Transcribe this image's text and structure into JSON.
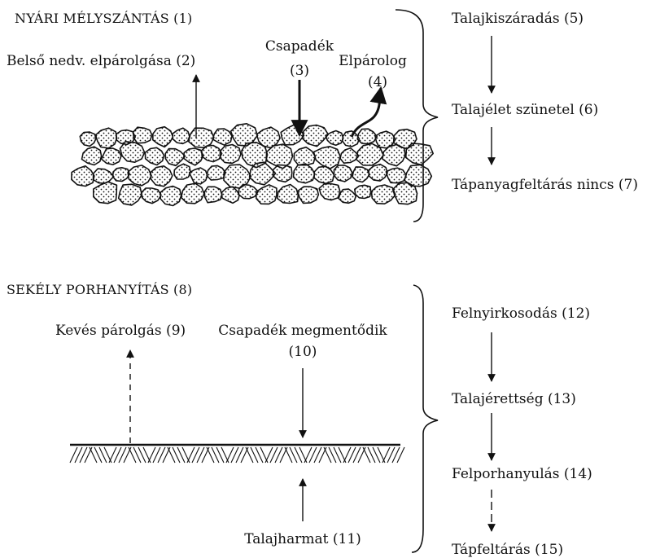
{
  "top": {
    "title": "NYÁRI MÉLYSZÁNTÁS (1)",
    "evaporation_inner": "Belső nedv. elpárolgása (2)",
    "precip_line1": "Csapadék",
    "precip_line2": "(3)",
    "evaporates_line1": "Elpárolog",
    "evaporates_line2": "(4)",
    "results": [
      "Talajkiszáradás (5)",
      "Talajélet szünetel (6)",
      "Tápanyagfeltárás nincs (7)"
    ]
  },
  "bottom": {
    "title": "SEKÉLY PORHANYÍTÁS (8)",
    "evaporation_low": "Kevés párolgás (9)",
    "precip_line1": "Csapadék megmentődik",
    "precip_line2": "(10)",
    "dew": "Talajharmat (11)",
    "results": [
      "Felnyirkosodás (12)",
      "Talajérettség (13)",
      "Felporhanyulás (14)",
      "Tápfeltárás (15)"
    ]
  }
}
